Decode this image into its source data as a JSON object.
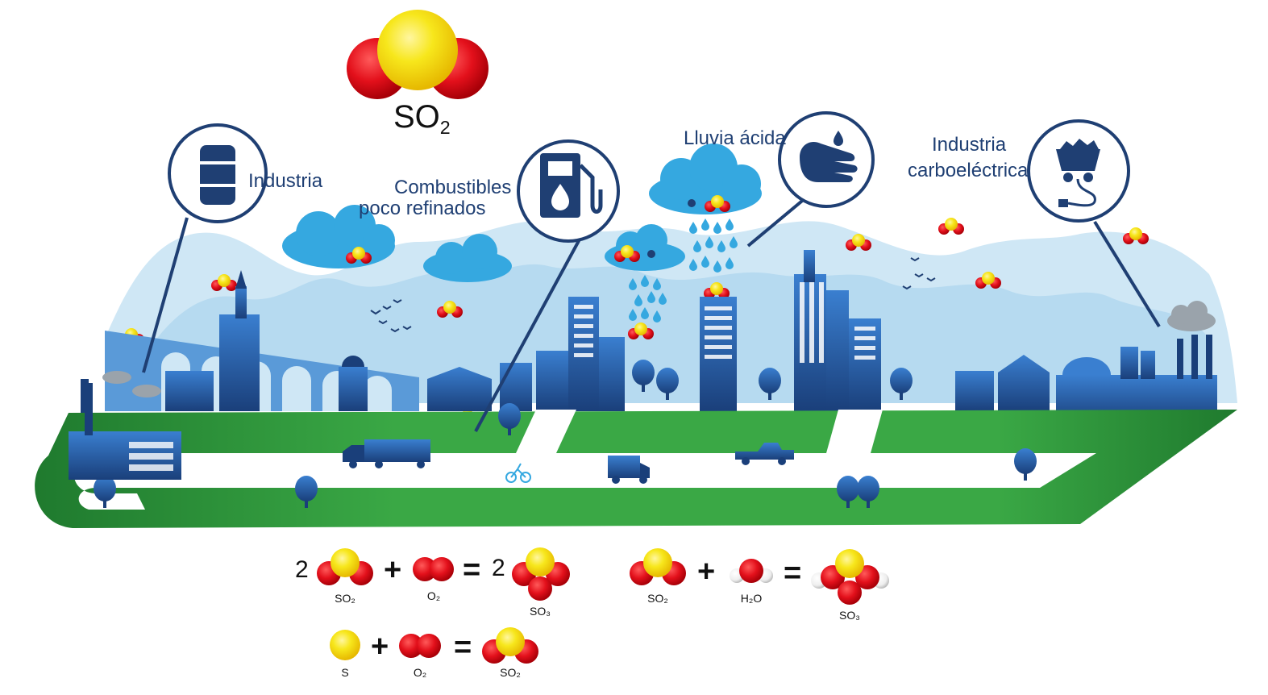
{
  "title": {
    "formula": "SO",
    "subscript": "2"
  },
  "callouts": {
    "industria": "Industria",
    "combustibles_line1": "Combustibles",
    "combustibles_line2": "poco refinados",
    "lluvia": "Lluvia ácida",
    "carbo_line1": "Industria",
    "carbo_line2": "carboeléctrica"
  },
  "icons": {
    "industria": "oil-barrel-icon",
    "combustibles": "fuel-pump-icon",
    "lluvia": "hand-with-water-drop-icon",
    "carbo": "coal-cart-with-plug-icon"
  },
  "equations": {
    "eq1": {
      "coef_left": "2",
      "left": "SO₂",
      "right_reactant": "O₂",
      "coef_right": "2",
      "product": "SO₃"
    },
    "eq2": {
      "left": "SO₂",
      "right_reactant": "H₂O",
      "product": "SO₃"
    },
    "eq3": {
      "left": "S",
      "right_reactant": "O₂",
      "product": "SO₂"
    },
    "plus": "+",
    "equals": "="
  },
  "colors": {
    "sulfur": "#f5e11a",
    "oxygen": "#e3101b",
    "hydrogen": "#ffffff",
    "navy": "#1f3f73",
    "cloud": "#35a8e0",
    "grass": "#2e9a3e",
    "sky": "#cfe7f5"
  }
}
